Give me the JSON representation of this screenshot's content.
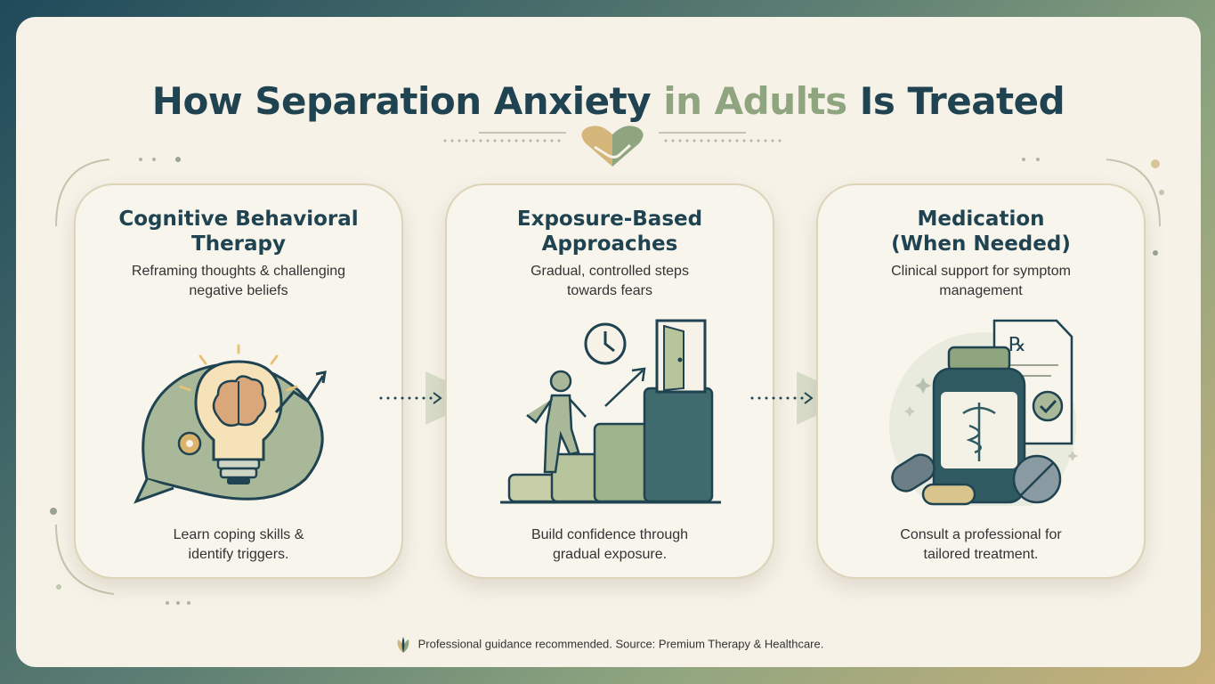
{
  "title": {
    "part1": "How Separation Anxiety ",
    "accent": "in Adults",
    "part2": " Is Treated"
  },
  "cards": [
    {
      "title_line1": "Cognitive Behavioral",
      "title_line2": "Therapy",
      "subtitle_line1": "Reframing thoughts & challenging",
      "subtitle_line2": "negative beliefs",
      "footer_line1": "Learn coping skills &",
      "footer_line2": "identify triggers."
    },
    {
      "title_line1": "Exposure-Based",
      "title_line2": "Approaches",
      "subtitle_line1": "Gradual, controlled steps",
      "subtitle_line2": "towards fears",
      "footer_line1": "Build confidence through",
      "footer_line2": "gradual exposure."
    },
    {
      "title_line1": "Medication",
      "title_line2": "(When Needed)",
      "subtitle_line1": "Clinical support for symptom",
      "subtitle_line2": "management",
      "footer_line1": "Consult a professional for",
      "footer_line2": "tailored treatment."
    }
  ],
  "footer": {
    "text": "Professional guidance recommended. Source: Premium Therapy & Healthcare."
  },
  "colors": {
    "dark_teal": "#1f4350",
    "sage": "#8fa57f",
    "sage_light": "#b8c6a4",
    "gold": "#d8b87a",
    "cream": "#f6f2e8"
  },
  "icons": [
    "heart-handshake-icon",
    "lightbulb-brain-icon",
    "gear-icon",
    "growth-arrow-icon",
    "clock-icon",
    "walking-person-icon",
    "stairs-icon",
    "door-icon",
    "pill-bottle-icon",
    "caduceus-icon",
    "prescription-icon",
    "checkmark-icon",
    "capsule-icon",
    "tablet-icon",
    "leaf-logo-icon"
  ]
}
